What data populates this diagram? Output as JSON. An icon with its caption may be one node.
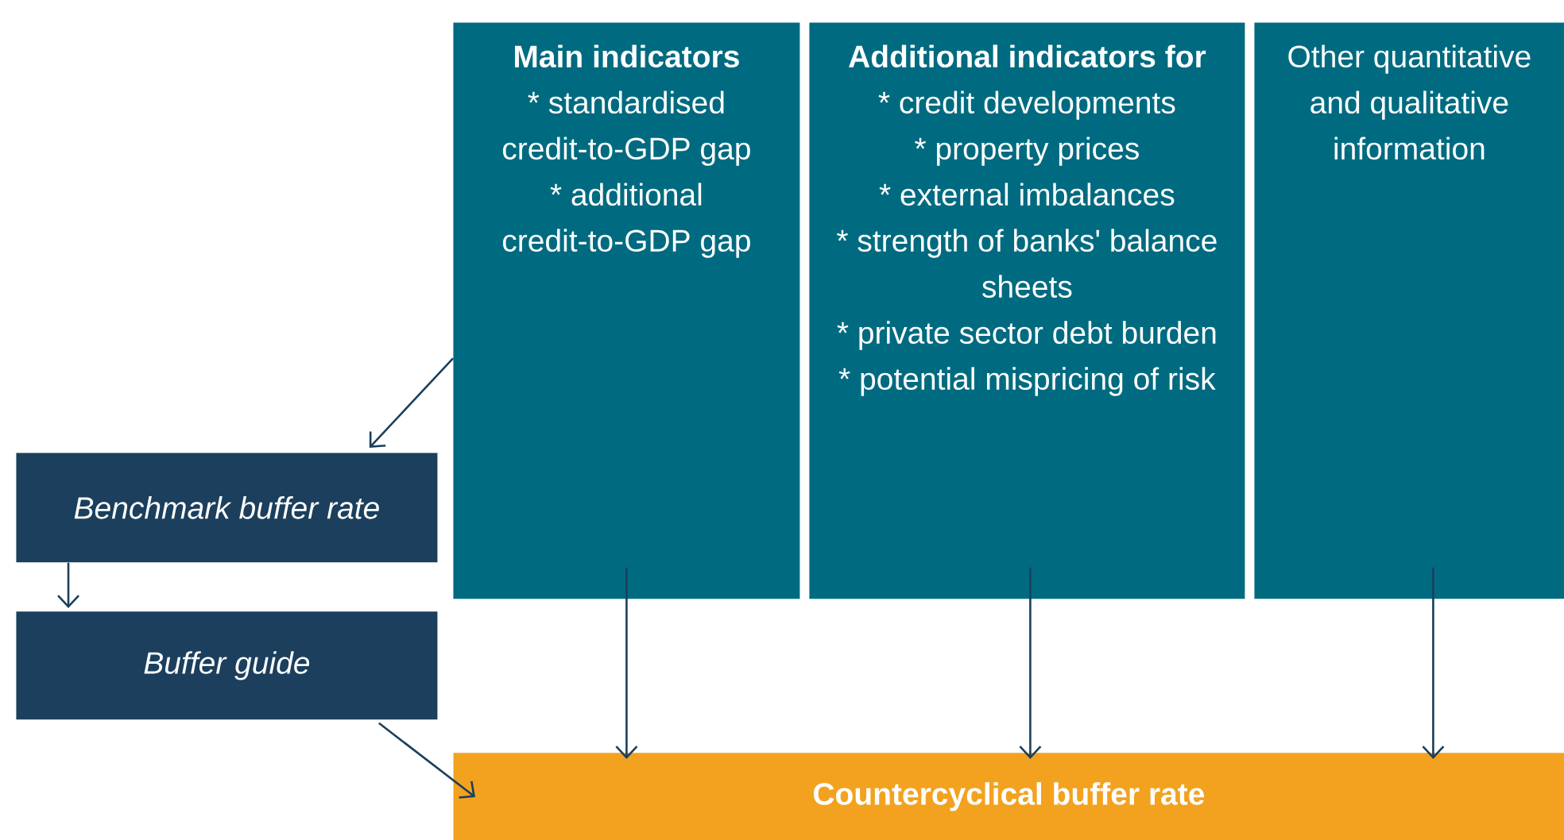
{
  "diagram": {
    "nodes": [
      {
        "text": [
          "Main indicators",
          "* standardised credit-to-GDP gap",
          "* additional credit-to-GDP gap"
        ]
      },
      {
        "text": [
          "Additional indicators for",
          "* credit developments",
          "* property prices",
          "* external imbalances",
          "* strength of banks' balance sheets",
          "* private sector debt burden",
          "* potential mispricing of risk"
        ]
      },
      {
        "text": [
          "Other quantitative and qualitative information"
        ]
      },
      {
        "text": [
          "Benchmark buffer rate"
        ]
      },
      {
        "text": [
          "Buffer guide"
        ]
      },
      {
        "text": [
          "Countercyclical buffer rate"
        ]
      }
    ],
    "edges": [
      {
        "from": 0,
        "to": 3,
        "arrow": "to"
      },
      {
        "from": 3,
        "to": 4,
        "arrow": "to"
      },
      {
        "from": 4,
        "to": 5,
        "arrow": "to"
      },
      {
        "from": 0,
        "to": 5,
        "arrow": "to"
      },
      {
        "from": 1,
        "to": 5,
        "arrow": "to"
      },
      {
        "from": 2,
        "to": 5,
        "arrow": "to"
      }
    ]
  }
}
